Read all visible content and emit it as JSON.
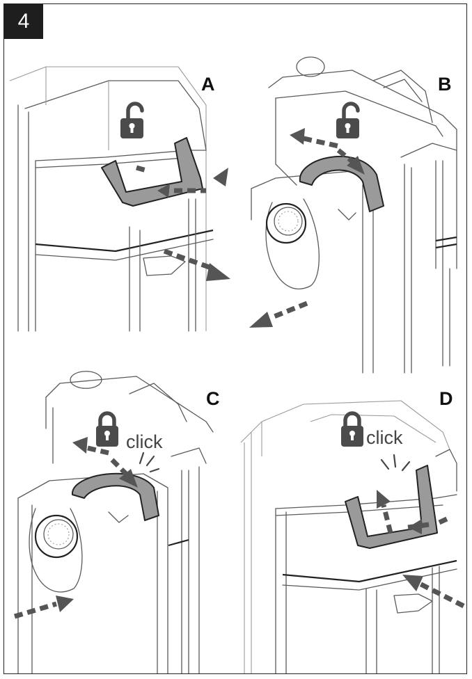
{
  "step": {
    "number": "4"
  },
  "panels": {
    "a": {
      "letter": "A"
    },
    "b": {
      "letter": "B"
    },
    "c": {
      "letter": "C",
      "click": "click"
    },
    "d": {
      "letter": "D",
      "click": "click"
    }
  },
  "icons": {
    "unlocked": "unlocked-padlock-icon",
    "locked": "locked-padlock-icon",
    "arrow": "dashed-arrow-icon"
  },
  "colors": {
    "handle": "#9a9a9a",
    "arrow": "#555555",
    "badge": "#1e1e1e"
  }
}
